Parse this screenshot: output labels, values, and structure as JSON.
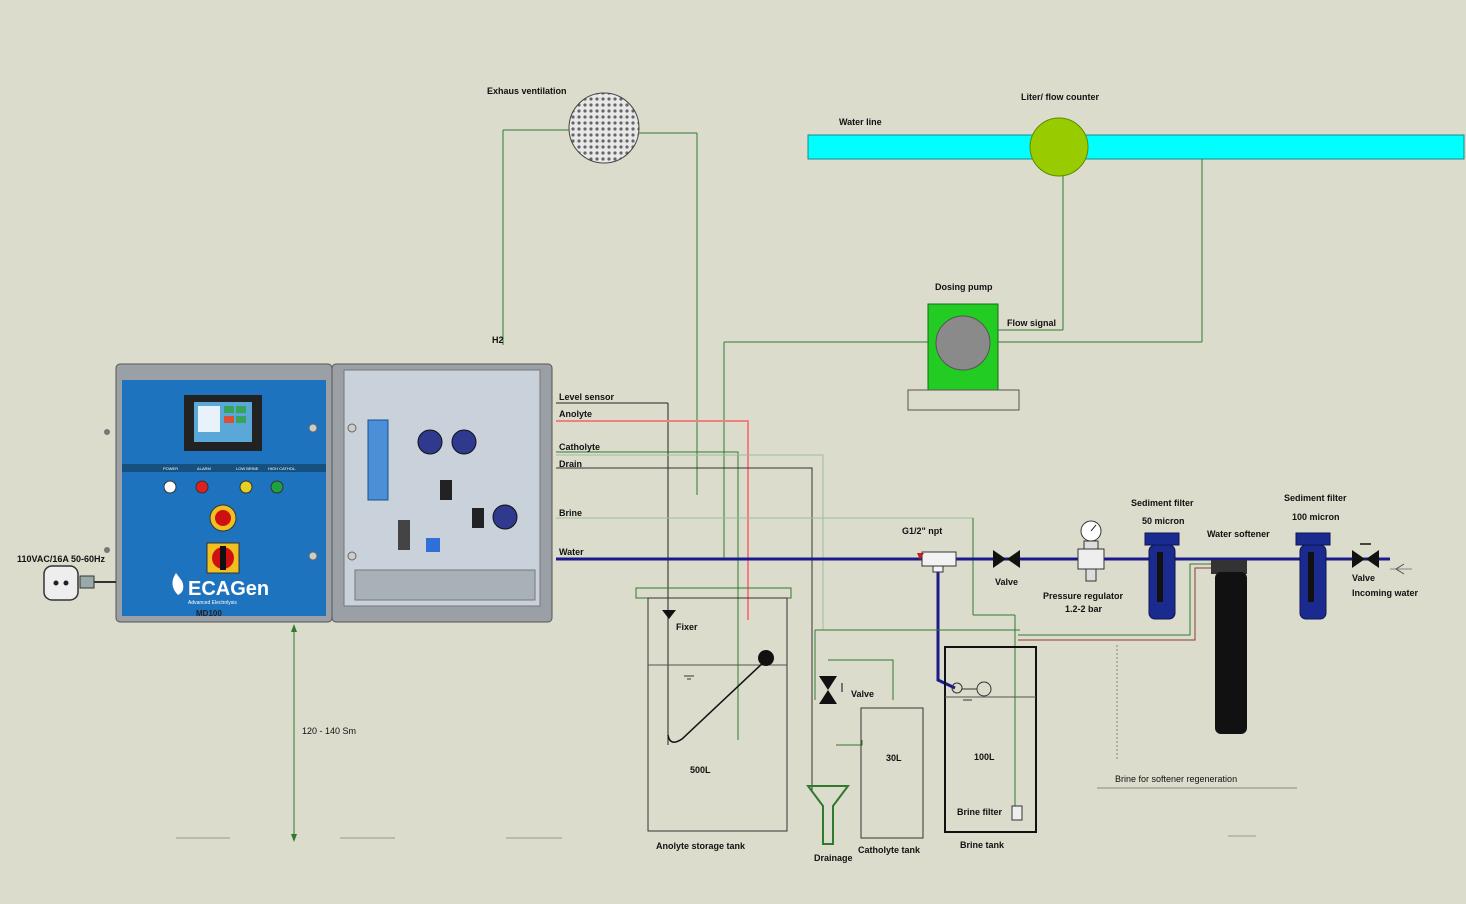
{
  "labels": {
    "exhaust": "Exhaus ventilation",
    "flow_counter": "Liter/ flow counter",
    "water_line": "Water line",
    "dosing_pump": "Dosing pump",
    "flow_signal": "Flow signal",
    "h2": "H2",
    "level_sensor": "Level sensor",
    "anolyte": "Anolyte",
    "catholyte": "Catholyte",
    "drain": "Drain",
    "brine": "Brine",
    "water": "Water",
    "power_spec": "110VAC/16A 50-60Hz",
    "height": "120 - 140 Sm",
    "fitting": "G1/2\" npt",
    "valve": "Valve",
    "pressure_regulator": "Pressure regulator",
    "pressure_range": "1.2-2 bar",
    "sediment_50": "Sediment filter",
    "sediment_50_size": "50 micron",
    "water_softener": "Water softener",
    "sediment_100": "Sediment filter",
    "sediment_100_size": "100 micron",
    "valve_in": "Valve",
    "incoming_water": "Incoming water",
    "fixer": "Fixer",
    "anolyte_vol": "500L",
    "anolyte_tank": "Anolyte storage tank",
    "valve_drain": "Valve",
    "drainage": "Drainage",
    "catholyte_vol": "30L",
    "catholyte_tank": "Catholyte tank",
    "brine_vol": "100L",
    "brine_filter": "Brine filter",
    "brine_tank": "Brine tank",
    "brine_regen": "Brine for softener regeneration"
  },
  "device": {
    "brand": "ECAGen",
    "tagline": "Advanced Electrolysis",
    "model": "MD100",
    "indicators": [
      "POWER",
      "ALARM",
      "LOW BRINE",
      "HIGH CATHOL."
    ]
  },
  "colors": {
    "background": "#dcdccd",
    "water_line": "#00ffff",
    "water_pipe": "#1a1a8c",
    "anolyte_pipe": "#f08080",
    "signal_line": "#2f7a2f",
    "pump_body": "#22cc22",
    "flow_counter": "#99cc00",
    "panel_blue": "#1e73be"
  }
}
